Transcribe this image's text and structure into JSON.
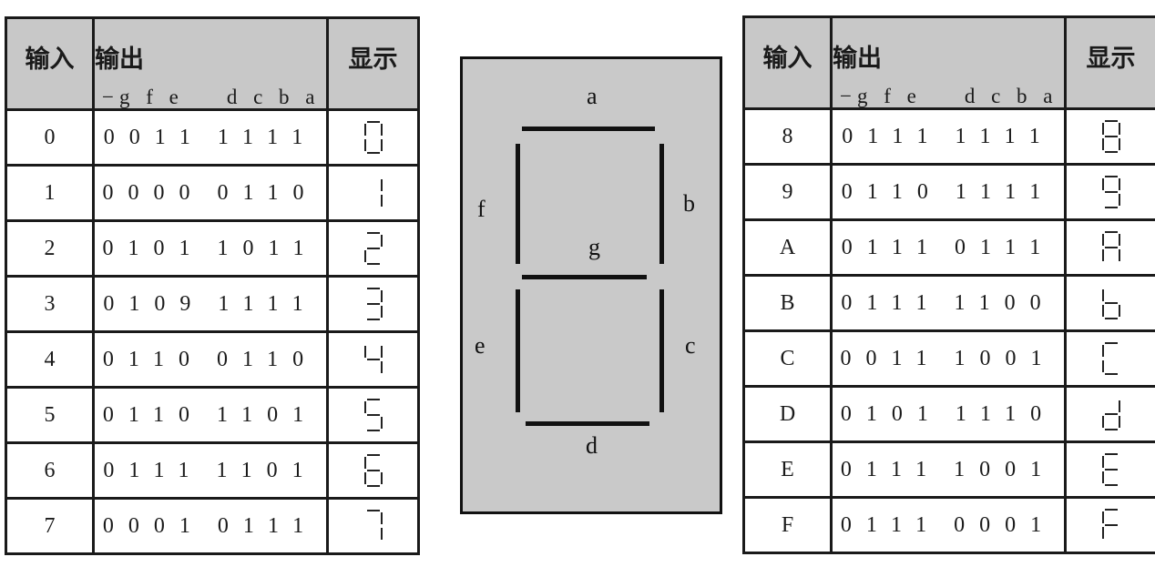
{
  "colors": {
    "header_bg": "#c8c8c8",
    "cell_bg": "#ffffff",
    "grid_line": "#1a1a1a",
    "diagram_bg": "#c9c9c9",
    "segment_color": "#111111",
    "digit_color": "#222222"
  },
  "tables": [
    {
      "header": {
        "input": "输入",
        "output": "输出",
        "output_bits": "−g f e    d c b a",
        "display": "显示"
      },
      "rows": [
        {
          "input": "0",
          "code_high": "0011",
          "code_low": "1111",
          "segments": "abcdef"
        },
        {
          "input": "1",
          "code_high": "0000",
          "code_low": "0110",
          "segments": "bc"
        },
        {
          "input": "2",
          "code_high": "0101",
          "code_low": "1011",
          "segments": "abdeg"
        },
        {
          "input": "3",
          "code_high": "0109",
          "code_low": "1111",
          "segments": "abcdg"
        },
        {
          "input": "4",
          "code_high": "0110",
          "code_low": "0110",
          "segments": "bcfg"
        },
        {
          "input": "5",
          "code_high": "0110",
          "code_low": "1101",
          "segments": "acdfg"
        },
        {
          "input": "6",
          "code_high": "0111",
          "code_low": "1101",
          "segments": "acdefg"
        },
        {
          "input": "7",
          "code_high": "0001",
          "code_low": "0111",
          "segments": "abc"
        }
      ]
    },
    {
      "header": {
        "input": "输入",
        "output": "输出",
        "output_bits": "−g f e    d c b a",
        "display": "显示"
      },
      "rows": [
        {
          "input": "8",
          "code_high": "0111",
          "code_low": "1111",
          "segments": "abcdefg"
        },
        {
          "input": "9",
          "code_high": "0110",
          "code_low": "1111",
          "segments": "abcdfg"
        },
        {
          "input": "A",
          "code_high": "0111",
          "code_low": "0111",
          "segments": "abcefg"
        },
        {
          "input": "B",
          "code_high": "0111",
          "code_low": "1100",
          "segments": "cdefg"
        },
        {
          "input": "C",
          "code_high": "0011",
          "code_low": "1001",
          "segments": "adef"
        },
        {
          "input": "D",
          "code_high": "0101",
          "code_low": "1110",
          "segments": "bcdeg"
        },
        {
          "input": "E",
          "code_high": "0111",
          "code_low": "1001",
          "segments": "adefg"
        },
        {
          "input": "F",
          "code_high": "0111",
          "code_low": "0001",
          "segments": "aefg"
        }
      ]
    }
  ],
  "diagram": {
    "labels": {
      "a": "a",
      "b": "b",
      "c": "c",
      "d": "d",
      "e": "e",
      "f": "f",
      "g": "g"
    },
    "segments": [
      "a",
      "b",
      "c",
      "d",
      "e",
      "f",
      "g"
    ]
  }
}
